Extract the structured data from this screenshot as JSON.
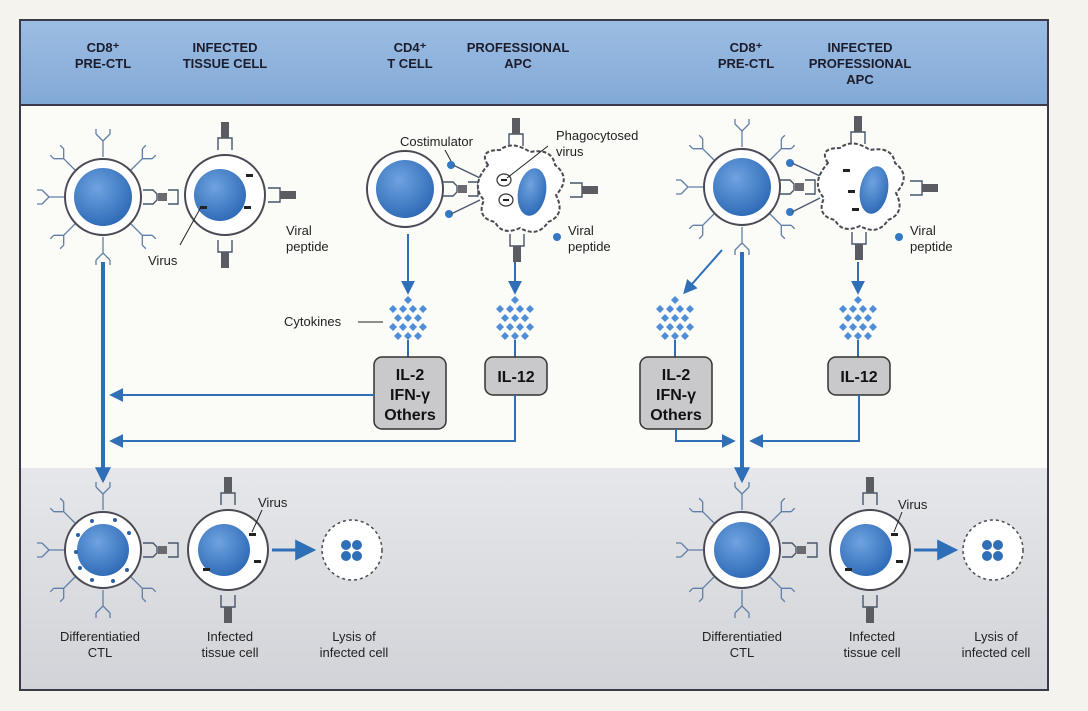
{
  "header": {
    "left_col1": [
      "CD8⁺",
      "PRE-CTL"
    ],
    "left_col2": [
      "INFECTED",
      "TISSUE CELL"
    ],
    "mid_col1": [
      "CD4⁺",
      "T CELL"
    ],
    "mid_col2": [
      "PROFESSIONAL",
      "APC"
    ],
    "right_col1": [
      "CD8⁺",
      "PRE-CTL"
    ],
    "right_col2": [
      "INFECTED",
      "PROFESSIONAL",
      "APC"
    ]
  },
  "labels": {
    "virus": "Virus",
    "viral_peptide": [
      "Viral",
      "peptide"
    ],
    "costimulator": "Costimulator",
    "phagocytosed_virus": [
      "Phagocytosed",
      "virus"
    ],
    "cytokines": "Cytokines"
  },
  "boxes": {
    "il2": [
      "IL-2",
      "IFN-γ",
      "Others"
    ],
    "il12": "IL-12"
  },
  "bottom": {
    "differentiated_ctl": [
      "Differentiatied",
      "CTL"
    ],
    "infected_tissue_cell": [
      "Infected",
      "tissue cell"
    ],
    "lysis": [
      "Lysis of",
      "infected cell"
    ],
    "virus": "Virus"
  },
  "colors": {
    "header_band": "#8fb4dd",
    "panel_top": "#fbfbf8",
    "panel_bottom": "#dcdde1",
    "nucleus": "#3d7cc9",
    "arrow": "#2f6fb8",
    "cytokine_box": "#c9c9cc",
    "border": "#3a3a4a"
  }
}
